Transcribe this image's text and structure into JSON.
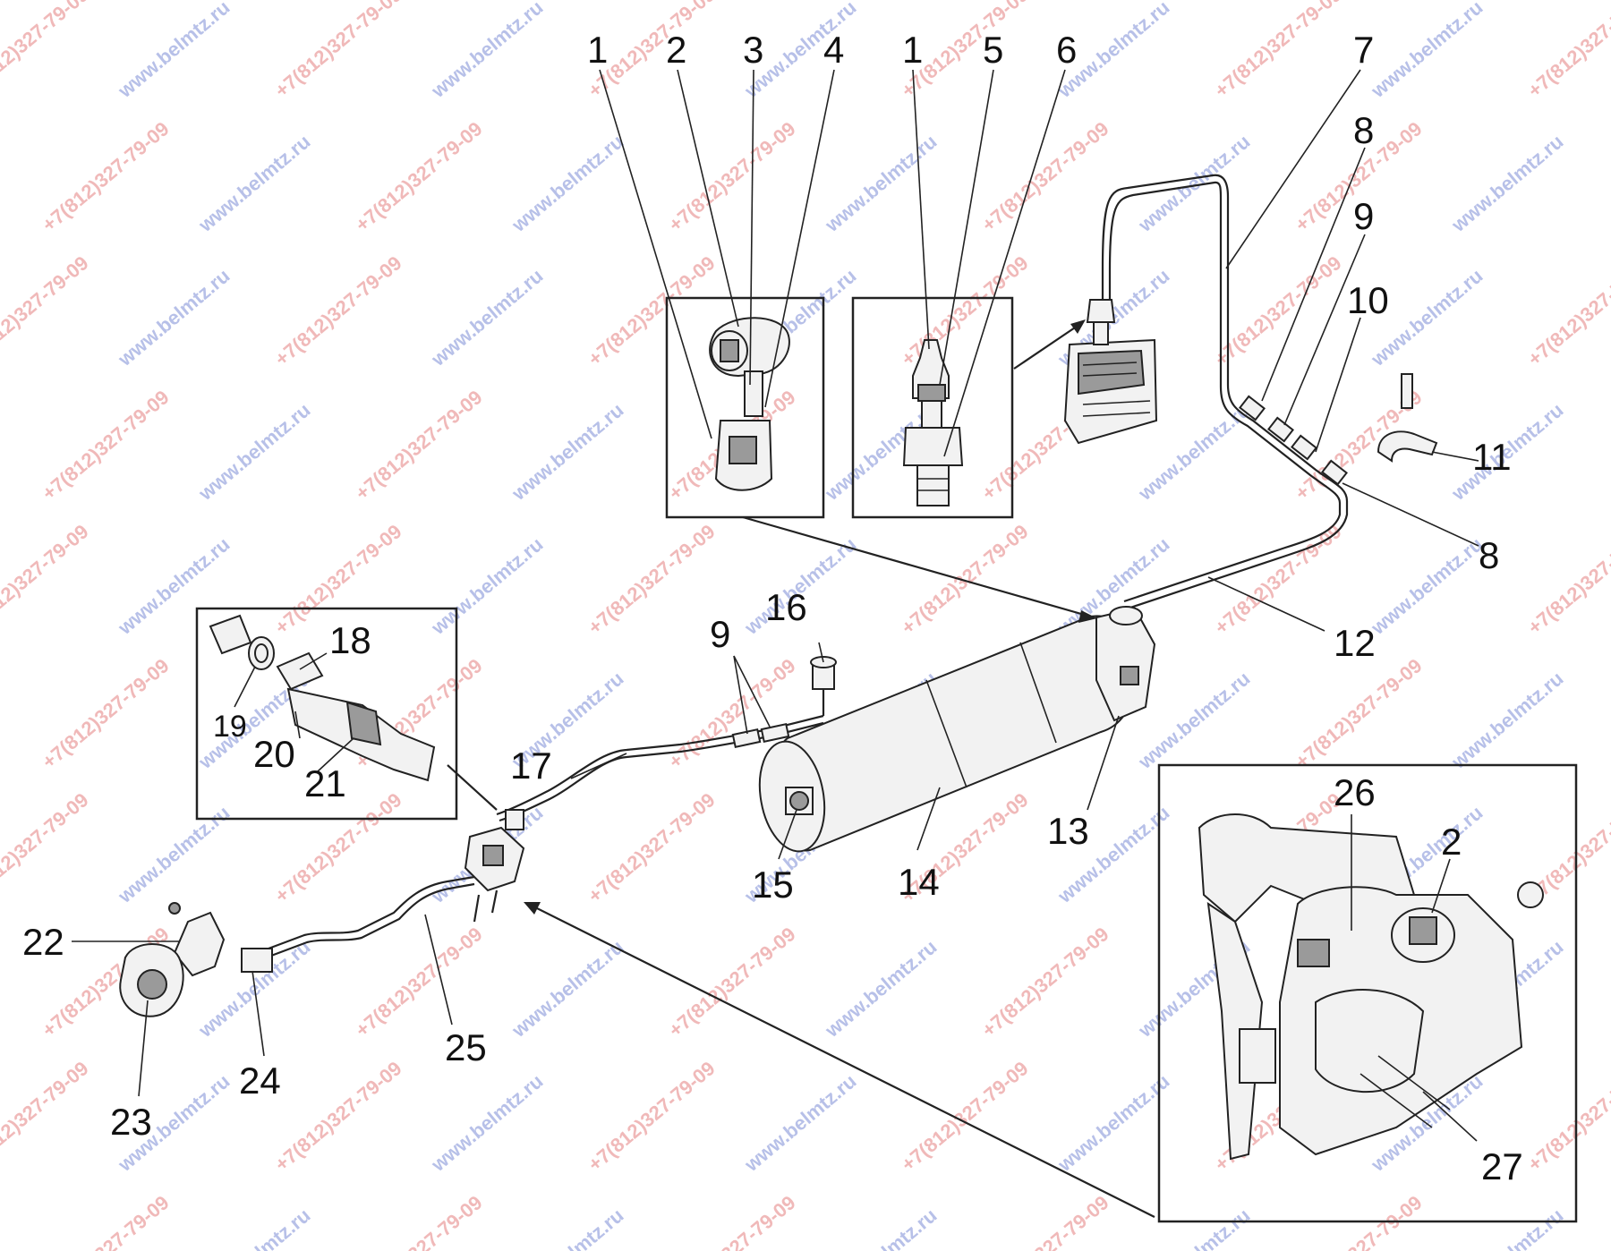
{
  "labels": {
    "l1a": "1",
    "l2": "2",
    "l3": "3",
    "l4": "4",
    "l1b": "1",
    "l5": "5",
    "l6": "6",
    "l7": "7",
    "l8a": "8",
    "l9a": "9",
    "l10": "10",
    "l11": "11",
    "l8b": "8",
    "l12": "12",
    "l13": "13",
    "l14": "14",
    "l15": "15",
    "l16": "16",
    "l9b": "9",
    "l17": "17",
    "l18": "18",
    "l19": "19",
    "l20": "20",
    "l21": "21",
    "l22": "22",
    "l23": "23",
    "l24": "24",
    "l25": "25",
    "l26": "26",
    "l2b": "2",
    "l27": "27"
  },
  "watermarks": {
    "site": "www.belmtz.ru",
    "phone": "+7(812)327-79-09"
  },
  "colors": {
    "watermark_site": "#7d8ed6",
    "watermark_phone": "#e58080",
    "ink": "#222222"
  }
}
